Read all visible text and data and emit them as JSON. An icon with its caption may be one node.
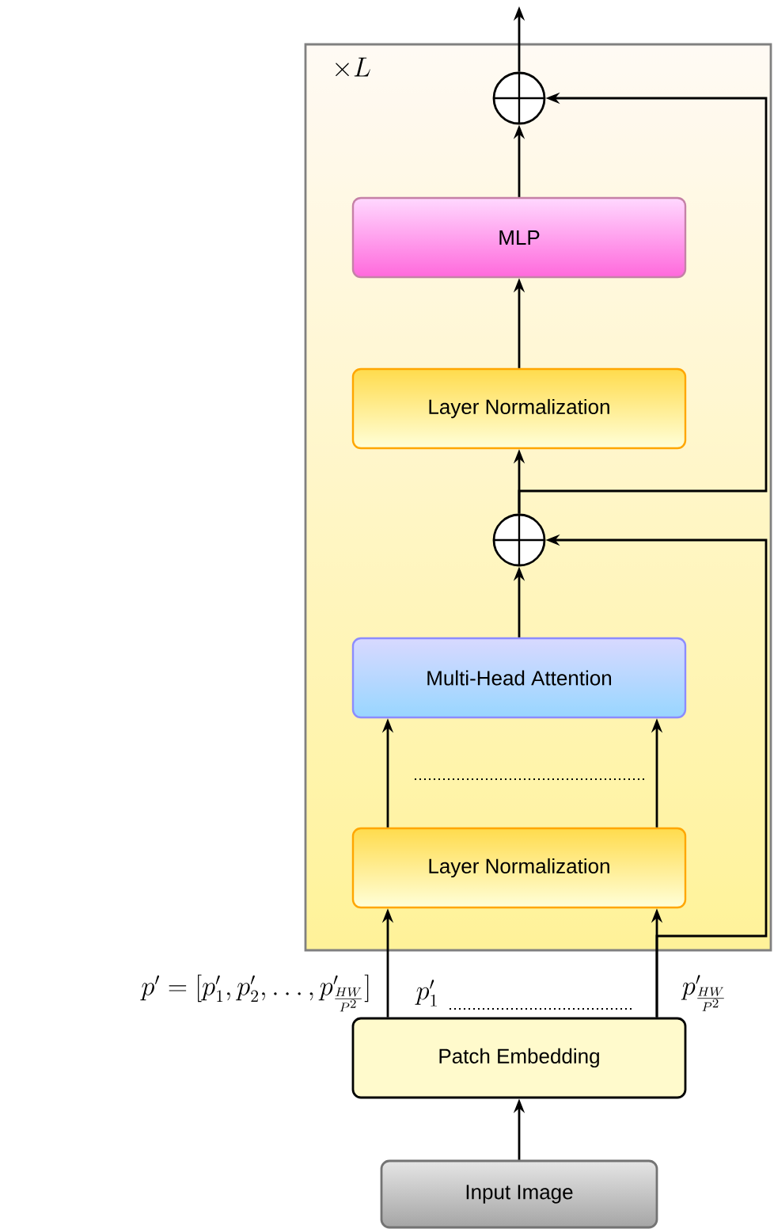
{
  "diagram": {
    "nodes": [
      {
        "text": [
          "\\times L"
        ]
      },
      {
        "text": [],
        "shape": "circle",
        "in": 0
      },
      {
        "text": [
          "MLP"
        ],
        "in": 0
      },
      {
        "text": [
          "Layer Normalization"
        ],
        "in": 0
      },
      {
        "text": [],
        "shape": "circle",
        "in": 0
      },
      {
        "text": [
          "Multi-Head Attention"
        ],
        "in": 0
      },
      {
        "text": [
          "Layer Normalization"
        ],
        "in": 0
      },
      {
        "text": [
          "Patch Embedding"
        ]
      },
      {
        "text": [
          "Input Image"
        ]
      }
    ],
    "edges": [
      {
        "from": 1,
        "to": null,
        "arrow": "to"
      },
      {
        "from": 2,
        "to": 1,
        "arrow": "to"
      },
      {
        "from": 3,
        "to": 2,
        "arrow": "to"
      },
      {
        "from": 4,
        "to": 3,
        "arrow": "to"
      },
      {
        "from": 5,
        "to": 4,
        "arrow": "to"
      },
      {
        "from": 6,
        "to": 5,
        "arrow": "to"
      },
      {
        "from": 6,
        "to": 5,
        "arrow": "to"
      },
      {
        "from": 7,
        "to": 6,
        "arrow": "to",
        "label": "p'_1"
      },
      {
        "from": 7,
        "to": 6,
        "arrow": "to",
        "label": "p'_{\\frac{HW}{P^2}}"
      },
      {
        "from": 4,
        "to": 1,
        "arrow": "to"
      },
      {
        "from": 7,
        "to": 4,
        "arrow": "to"
      },
      {
        "from": 8,
        "to": 7,
        "arrow": "to"
      }
    ],
    "labels": [
      "p' = [p'_1, p'_2, \\ldots, p'_{\\frac{HW}{P^2}}]"
    ]
  }
}
